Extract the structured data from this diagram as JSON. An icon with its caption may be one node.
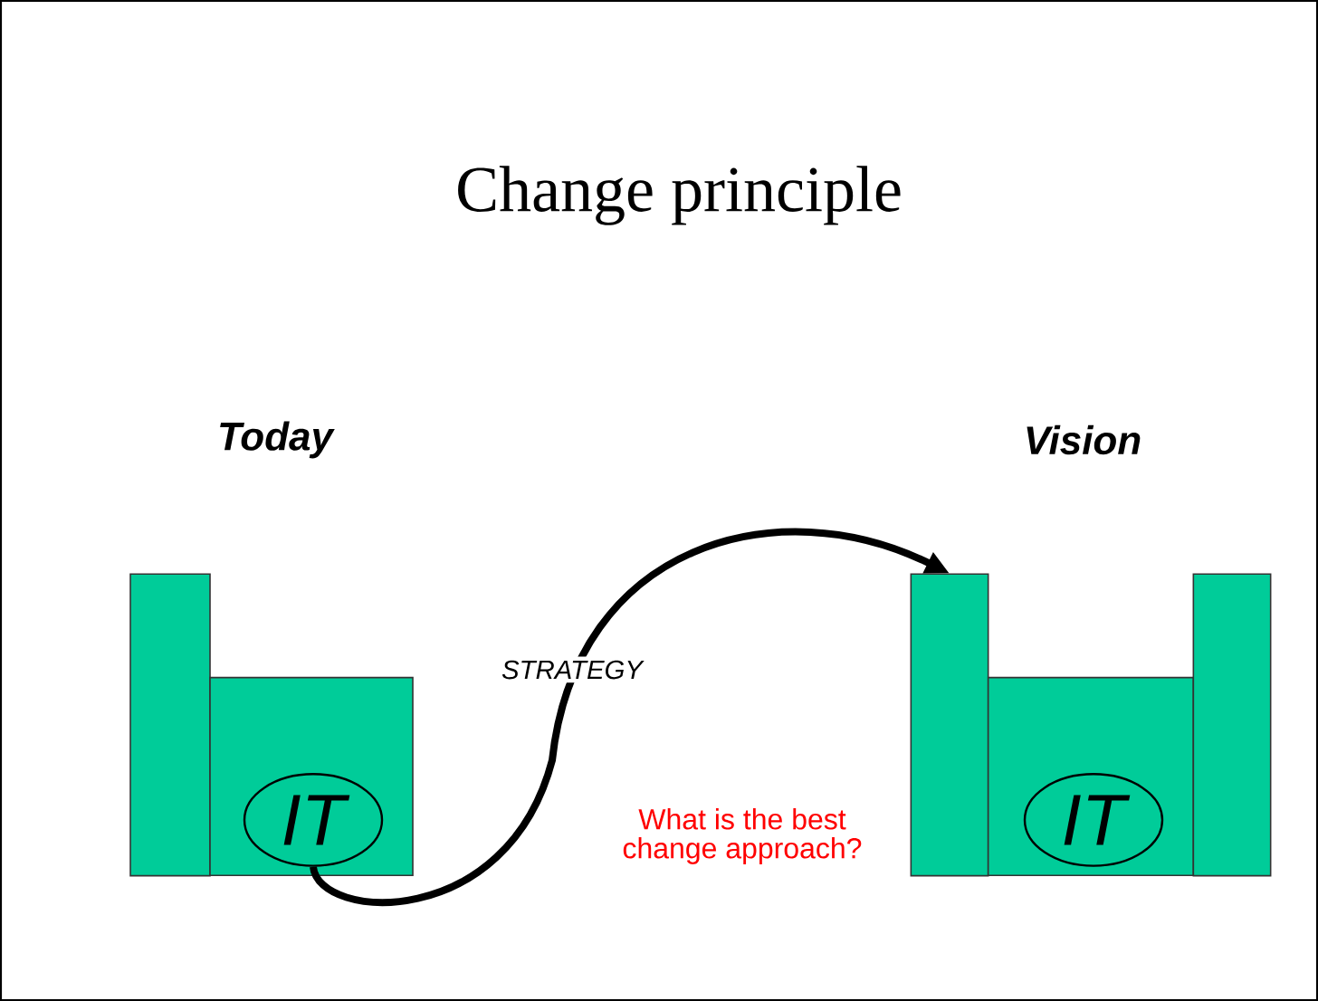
{
  "diagram": {
    "title": "Change principle",
    "nodes": [
      {
        "text": [],
        "shape": "box"
      },
      {
        "text": [],
        "shape": "box"
      },
      {
        "text": [
          "IT"
        ],
        "in": 1
      },
      {
        "text": [],
        "shape": "box"
      },
      {
        "text": [],
        "shape": "box"
      },
      {
        "text": [
          "IT"
        ],
        "in": 4
      },
      {
        "text": [],
        "shape": "box"
      }
    ],
    "edges": [
      {
        "from": 2,
        "to": 3,
        "arrow": "to",
        "label": "STRATEGY"
      }
    ],
    "labels": [
      "Today",
      "Vision",
      "What is the best change approach?"
    ]
  }
}
